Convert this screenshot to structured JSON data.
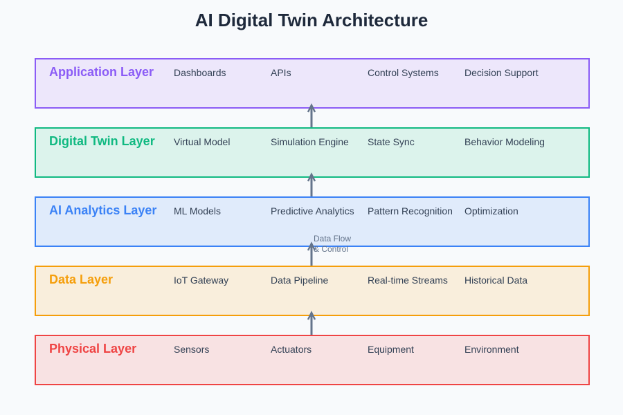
{
  "title": "AI Digital Twin Architecture",
  "flow_label_line1": "Data Flow",
  "flow_label_line2": "& Control",
  "layers": [
    {
      "name": "Application Layer",
      "color": "#8b5cf6",
      "fill": "#ede7fb",
      "components": [
        "Dashboards",
        "APIs",
        "Control Systems",
        "Decision Support"
      ]
    },
    {
      "name": "Digital Twin Layer",
      "color": "#10b981",
      "fill": "#dcf3ec",
      "components": [
        "Virtual Model",
        "Simulation Engine",
        "State Sync",
        "Behavior Modeling"
      ]
    },
    {
      "name": "AI Analytics Layer",
      "color": "#3b82f6",
      "fill": "#e0ebfb",
      "components": [
        "ML Models",
        "Predictive Analytics",
        "Pattern Recognition",
        "Optimization"
      ]
    },
    {
      "name": "Data Layer",
      "color": "#f59e0b",
      "fill": "#f9eedc",
      "components": [
        "IoT Gateway",
        "Data Pipeline",
        "Real-time Streams",
        "Historical Data"
      ]
    },
    {
      "name": "Physical Layer",
      "color": "#ef4444",
      "fill": "#f8e2e3",
      "components": [
        "Sensors",
        "Actuators",
        "Equipment",
        "Environment"
      ]
    }
  ],
  "arrow_color": "#64748b"
}
